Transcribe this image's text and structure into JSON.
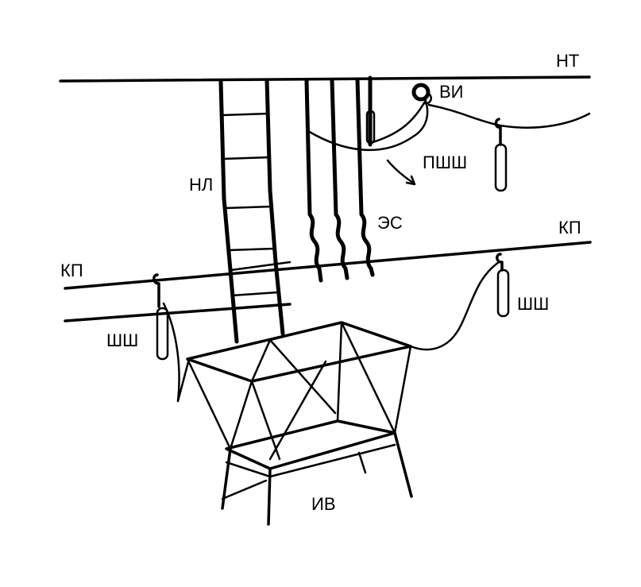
{
  "labels": {
    "nt": "НТ",
    "vi": "ВИ",
    "pshsh": "ПШШ",
    "nl": "НЛ",
    "es": "ЭС",
    "kp_left": "КП",
    "kp_right": "КП",
    "shsh_left": "ШШ",
    "shsh_right": "ШШ",
    "iv": "ИВ"
  },
  "colors": {
    "ink": "#000000",
    "background": "#ffffff"
  }
}
